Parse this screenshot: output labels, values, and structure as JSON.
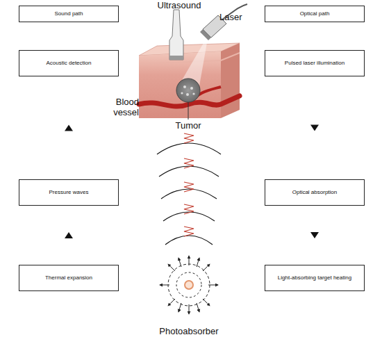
{
  "diagram": {
    "nodes": [
      {
        "text": [
          "Sound path"
        ]
      },
      {
        "text": [
          "Optical path"
        ]
      },
      {
        "text": [
          "Acoustic detection"
        ]
      },
      {
        "text": [
          "Pulsed laser illumination"
        ]
      },
      {
        "text": [
          "Pressure waves"
        ]
      },
      {
        "text": [
          "Optical absorption"
        ]
      },
      {
        "text": [
          "Thermal expansion"
        ]
      },
      {
        "text": [
          "Light-absorbing target heating"
        ]
      }
    ],
    "edges": [
      {
        "from": 3,
        "to": 5,
        "arrow": "to"
      },
      {
        "from": 5,
        "to": 7,
        "arrow": "to"
      },
      {
        "from": 6,
        "to": 4,
        "arrow": "to"
      },
      {
        "from": 4,
        "to": 2,
        "arrow": "to"
      }
    ],
    "labels": [
      "Ultrasound",
      "Laser",
      "Blood vessel",
      "Tumor",
      "Photoabsorber"
    ]
  }
}
